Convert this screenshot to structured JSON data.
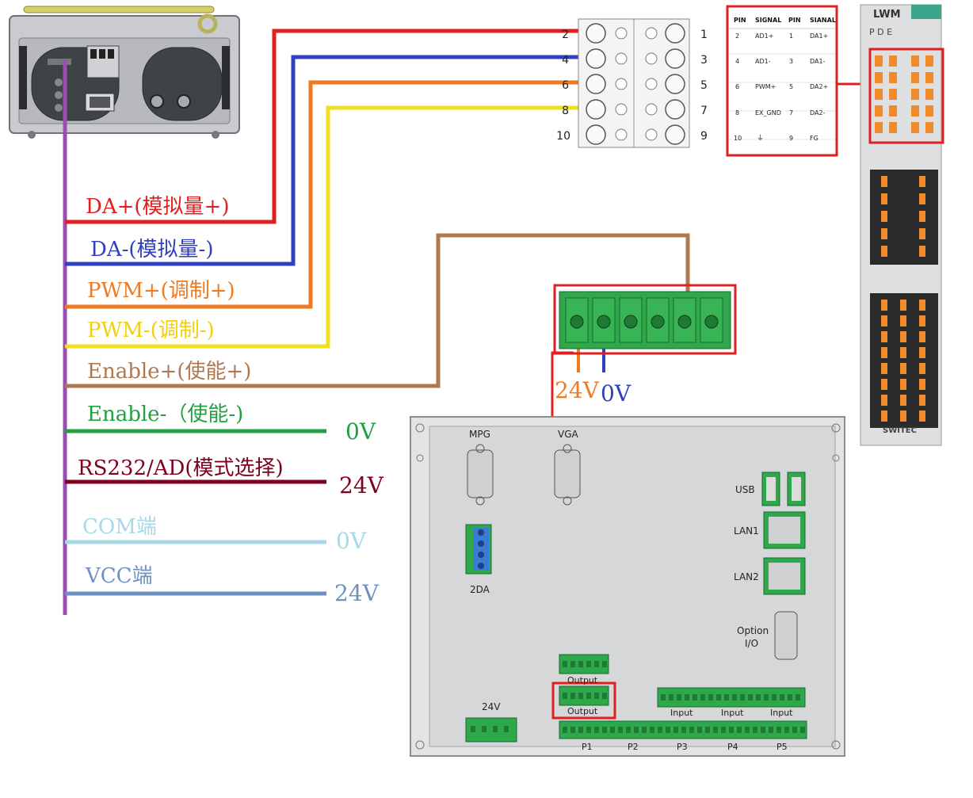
{
  "colors": {
    "da_plus": "#e02020",
    "da_minus": "#3040c0",
    "pwm_plus": "#f07a20",
    "pwm_minus": "#f0e020",
    "enable_plus": "#b07850",
    "enable_minus": "#20a040",
    "rs232": "#800020",
    "com": "#a8d8e8",
    "vcc": "#7090c0",
    "trunk": "#9a4eb0",
    "highlight": "#e02020",
    "terminal_green": "#2ea84a"
  },
  "signals": {
    "da_plus": "DA+(模拟量+)",
    "da_minus": "DA-(模拟量-)",
    "pwm_plus": "PWM+(调制+)",
    "pwm_minus": "PWM-(调制-)",
    "enable_plus": "Enable+(使能+)",
    "enable_minus": "Enable-（使能-)",
    "rs232": "RS232/AD(模式选择)",
    "com": "COM端",
    "vcc": "VCC端"
  },
  "voltages": {
    "enable_minus": "0V",
    "rs232": "24V",
    "com": "0V",
    "vcc": "24V",
    "terminal_24v": "24V",
    "terminal_0v": "0V"
  },
  "terminal_block": {
    "left_numbers": [
      "2",
      "4",
      "6",
      "8",
      "10"
    ],
    "right_numbers": [
      "1",
      "3",
      "5",
      "7",
      "9"
    ]
  },
  "pin_table": {
    "headers": [
      "PIN",
      "SIGNAL",
      "PIN",
      "SIANAL"
    ],
    "rows": [
      [
        "2",
        "AD1+",
        "1",
        "DA1+"
      ],
      [
        "4",
        "AD1-",
        "3",
        "DA1-"
      ],
      [
        "6",
        "PWM+",
        "5",
        "DA2+"
      ],
      [
        "8",
        "EX_GND",
        "7",
        "DA2-"
      ],
      [
        "10",
        "⏚",
        "9",
        "FG"
      ]
    ]
  },
  "module": {
    "title": "LWM",
    "subtitle": "P D E",
    "brand": "SWITEC"
  },
  "controller": {
    "mpg": "MPG",
    "vga": "VGA",
    "da2": "2DA",
    "usb": "USB",
    "lan1": "LAN1",
    "lan2": "LAN2",
    "option_io": "Option\nI/O",
    "power": "24V",
    "output1": "Output",
    "output2": "Output",
    "input1": "Input",
    "input2": "Input",
    "input3": "Input",
    "ports": [
      "P1",
      "P2",
      "P3",
      "P4",
      "P5"
    ]
  }
}
